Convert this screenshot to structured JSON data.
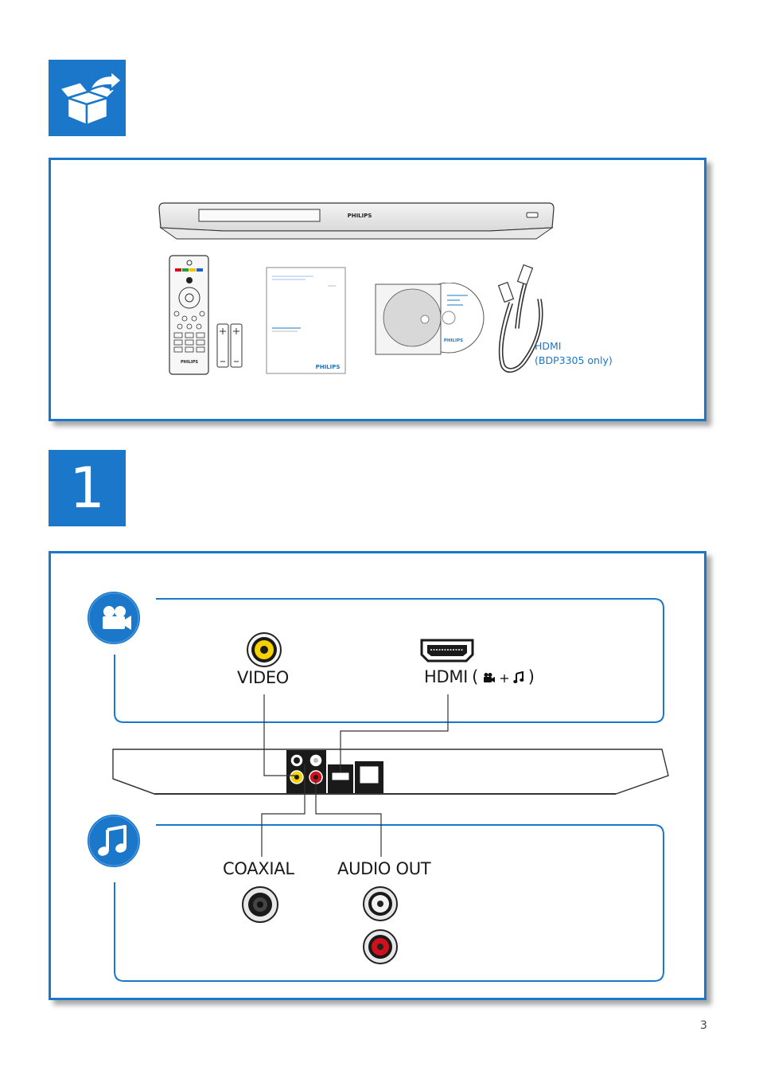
{
  "unbox_icon": "open-box-icon",
  "step_number": "1",
  "box_contents": {
    "player_brand": "PHILIPS",
    "remote_brand": "PHILIPS",
    "manual_brand": "PHILIPS",
    "disc_brand": "PHILIPS",
    "hdmi_label": "HDMI",
    "hdmi_note": "(BDP3305 only)"
  },
  "connections": {
    "video_section_icon": "video-camera-icon",
    "audio_section_icon": "music-note-icon",
    "video_label": "VIDEO",
    "hdmi_label": "HDMI",
    "coaxial_label": "COAXIAL",
    "audio_out_label": "AUDIO OUT"
  },
  "colors": {
    "accent": "#1a77c9",
    "video_jack": "#f5d200",
    "audio_right": "#d0101a"
  },
  "page_number": "3"
}
